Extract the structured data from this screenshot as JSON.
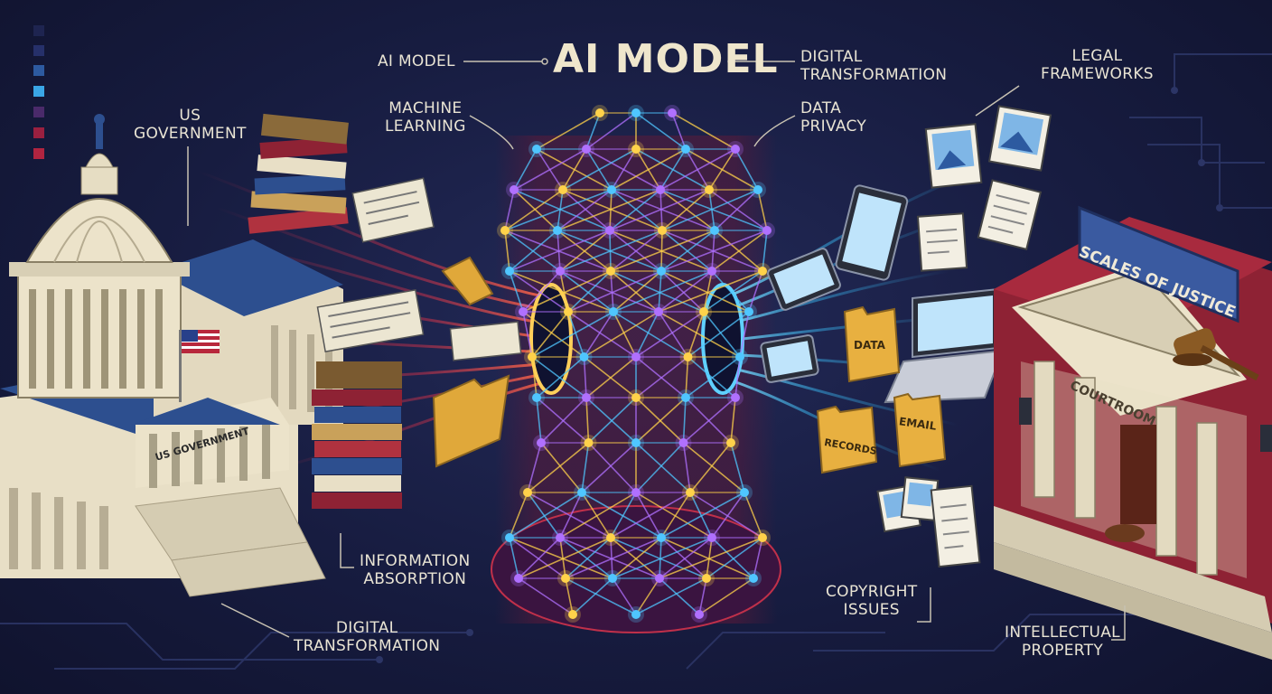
{
  "title": "AI MODEL",
  "labels": {
    "ai_model": "AI MODEL",
    "digital_transformation_top": [
      "DIGITAL",
      "TRANSFORMATION"
    ],
    "legal_frameworks": [
      "LEGAL",
      "FRAMEWORKS"
    ],
    "machine_learning": [
      "MACHINE",
      "LEARNING"
    ],
    "data_privacy": [
      "DATA",
      "PRIVACY"
    ],
    "us_government": [
      "US",
      "GOVERNMENT"
    ],
    "information_absorption": [
      "INFORMATION",
      "ABSORPTION"
    ],
    "digital_transformation_bottom": [
      "DIGITAL",
      "TRANSFORMATION"
    ],
    "copyright_issues": [
      "COPYRIGHT",
      "ISSUES"
    ],
    "intellectual_property": [
      "INTELLECTUAL",
      "PROPERTY"
    ]
  },
  "signs": {
    "scales_of_justice": "SCALES OF JUSTICE",
    "courtroom": "COURTROOM",
    "us_government_building": "US GOVERNMENT"
  },
  "folders": {
    "data": "DATA",
    "records": "RECORDS",
    "email": "EMAIL"
  },
  "colors": {
    "background": "#171c40",
    "label_text": "#e9e4d4",
    "government_blue": "#2d4f8f",
    "courtroom_red": "#8e2234",
    "node_gold": "#ffd24a",
    "node_blue": "#4fc6ff",
    "node_purple": "#b070ff",
    "left_stream": "#c0304a",
    "right_stream": "#36a8e0"
  },
  "icons": [
    "capitol-dome-icon",
    "book-stack-icon",
    "newspaper-icon",
    "folder-icon",
    "tablet-icon",
    "laptop-icon",
    "photo-icon",
    "document-icon",
    "gavel-icon",
    "courthouse-icon",
    "us-flag-icon"
  ]
}
